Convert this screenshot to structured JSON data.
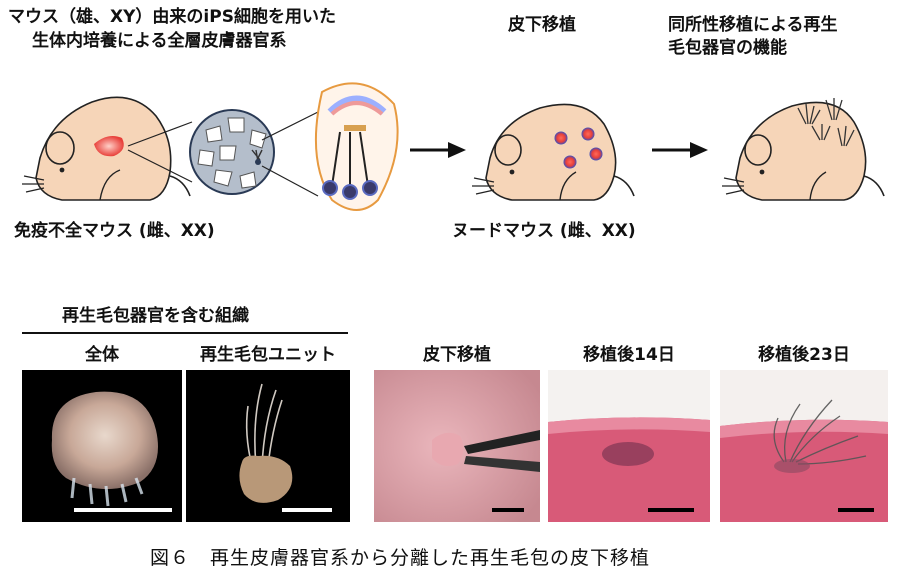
{
  "diagram": {
    "step1_title_line1": "マウス（雄、XY）由来のiPS細胞を用いた",
    "step1_title_line2": "生体内培養による全層皮膚器官系",
    "step2_title": "皮下移植",
    "step3_title_line1": "同所性移植による再生",
    "step3_title_line2": "毛包器官の機能",
    "mouse1_label": "免疫不全マウス (雌、XX)",
    "mouse2_label": "ヌードマウス (雌、XX)"
  },
  "photos": {
    "group_title": "再生毛包器官を含む組織",
    "panels": [
      {
        "label": "全体"
      },
      {
        "label": "再生毛包ユニット"
      },
      {
        "label": "皮下移植"
      },
      {
        "label": "移植後14日"
      },
      {
        "label": "移植後23日"
      }
    ]
  },
  "caption": "図６　再生皮膚器官系から分離した再生毛包の皮下移植",
  "colors": {
    "mouse_skin": "#f6d5b8",
    "implant_red": "#e8403a",
    "implant_blue": "#3a4fc0",
    "tissue_gray": "#9aa6b8",
    "arrow": "#111111"
  }
}
